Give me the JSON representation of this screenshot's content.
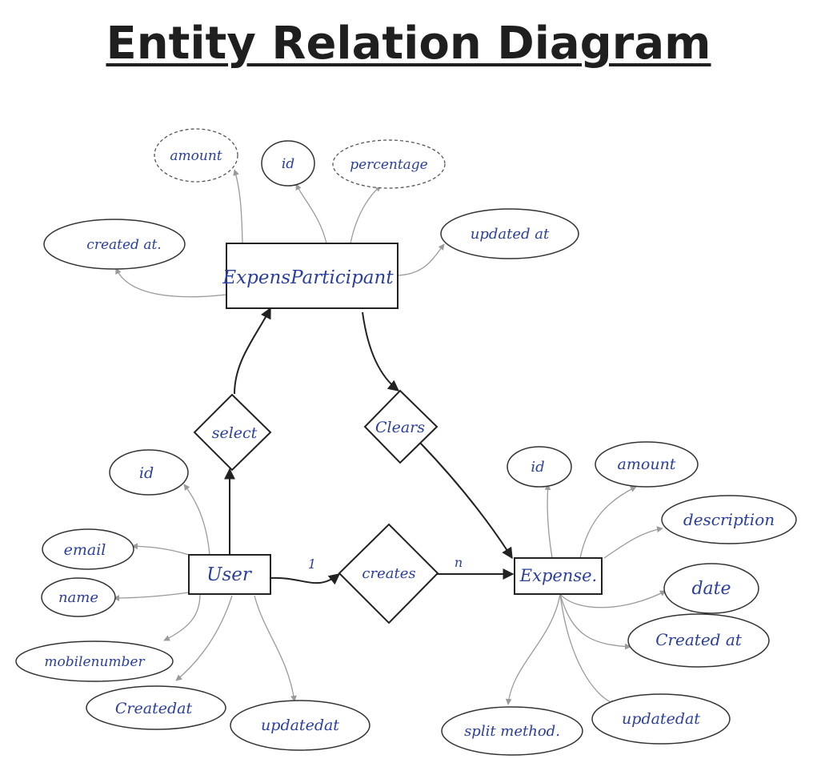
{
  "title": "Entity Relation Diagram",
  "entities": {
    "expense_participant": "ExpensParticipant",
    "user": "User",
    "expense": "Expense."
  },
  "relationships": {
    "select": "select",
    "clears": "Clears",
    "creates": "creates"
  },
  "cardinality": {
    "one": "1",
    "many": "n"
  },
  "attributes": {
    "expense_participant": {
      "amount": "amount",
      "id": "id",
      "percentage": "percentage",
      "created_at": "created at.",
      "updated_at": "updated at"
    },
    "user": {
      "id": "id",
      "email": "email",
      "name": "name",
      "mobile": "mobilenumber",
      "created_at": "Createdat",
      "updated_at": "updatedat"
    },
    "expense": {
      "id": "id",
      "amount": "amount",
      "description": "description",
      "date": "date",
      "created_at": "Created at",
      "updated_at": "updatedat",
      "split_method": "split method."
    }
  },
  "colors": {
    "ink": "#2a3f9e",
    "stroke": "#222222",
    "connector": "#9a9a9a"
  }
}
